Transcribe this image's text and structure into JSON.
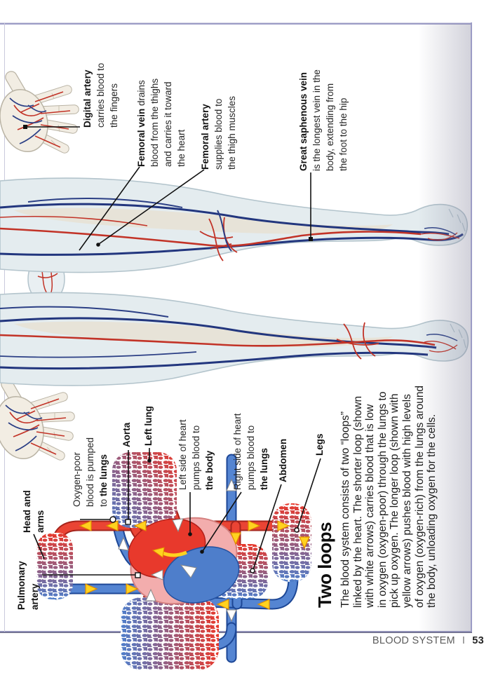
{
  "footer": {
    "section": "BLOOD SYSTEM",
    "separator": "I",
    "page_number": "53"
  },
  "colors": {
    "page_border": "#9c9cc6",
    "artery_red": "#e8392c",
    "vein_blue": "#4e7ecb",
    "systemic_arrow_yellow": "#ffd21f",
    "pulmonary_arrow_white": "#ffffff",
    "heart_pink": "#f3adad",
    "leg_tint": "#e4ecef"
  },
  "labels": {
    "digital_artery": {
      "bold": "Digital artery",
      "post": "\ncarries blood to\nthe fingers"
    },
    "femoral_vein": {
      "bold": "Femoral vein",
      "post": " drains\nblood from the thighs\nand carries it toward\nthe heart"
    },
    "femoral_artery": {
      "bold": "Femoral artery",
      "post": "\nsupplies blood to\nthe thigh muscles"
    },
    "great_saphenous": {
      "bold": "Great saphenous vein",
      "post": "\nis the longest vein in the\nbody, extending from\nthe foot to the hip"
    },
    "pulmonary_artery": {
      "bold": "Pulmonary\nartery"
    },
    "head_and_arms": {
      "bold": "Head and\narms"
    },
    "oxygen_poor": {
      "pre": "Oxygen-poor\nblood is pumped\nto ",
      "bold": "the lungs"
    },
    "aorta": {
      "bold": "Aorta"
    },
    "left_lung": {
      "bold": "Left lung"
    },
    "left_side_heart": {
      "pre": "Left side of heart\npumps blood to\n",
      "bold": "the body"
    },
    "right_side_heart": {
      "pre": "Right side of heart\npumps blood to\n",
      "bold": "the lungs"
    },
    "abdomen": {
      "bold": "Abdomen"
    },
    "legs": {
      "bold": "Legs"
    }
  },
  "two_loops": {
    "title": "Two loops",
    "body": "The blood system consists of two “loops”\nlinked by the heart. The shorter loop (shown\nwith white arrows) carries blood that is low\nin oxygen (oxygen-poor) through the lungs to\npick up oxygen. The longer loop (shown with\nyellow arrows) pushes blood with high levels\nof oxygen (oxygen-rich) from the lungs around\nthe body, unloading oxygen for the cells."
  }
}
